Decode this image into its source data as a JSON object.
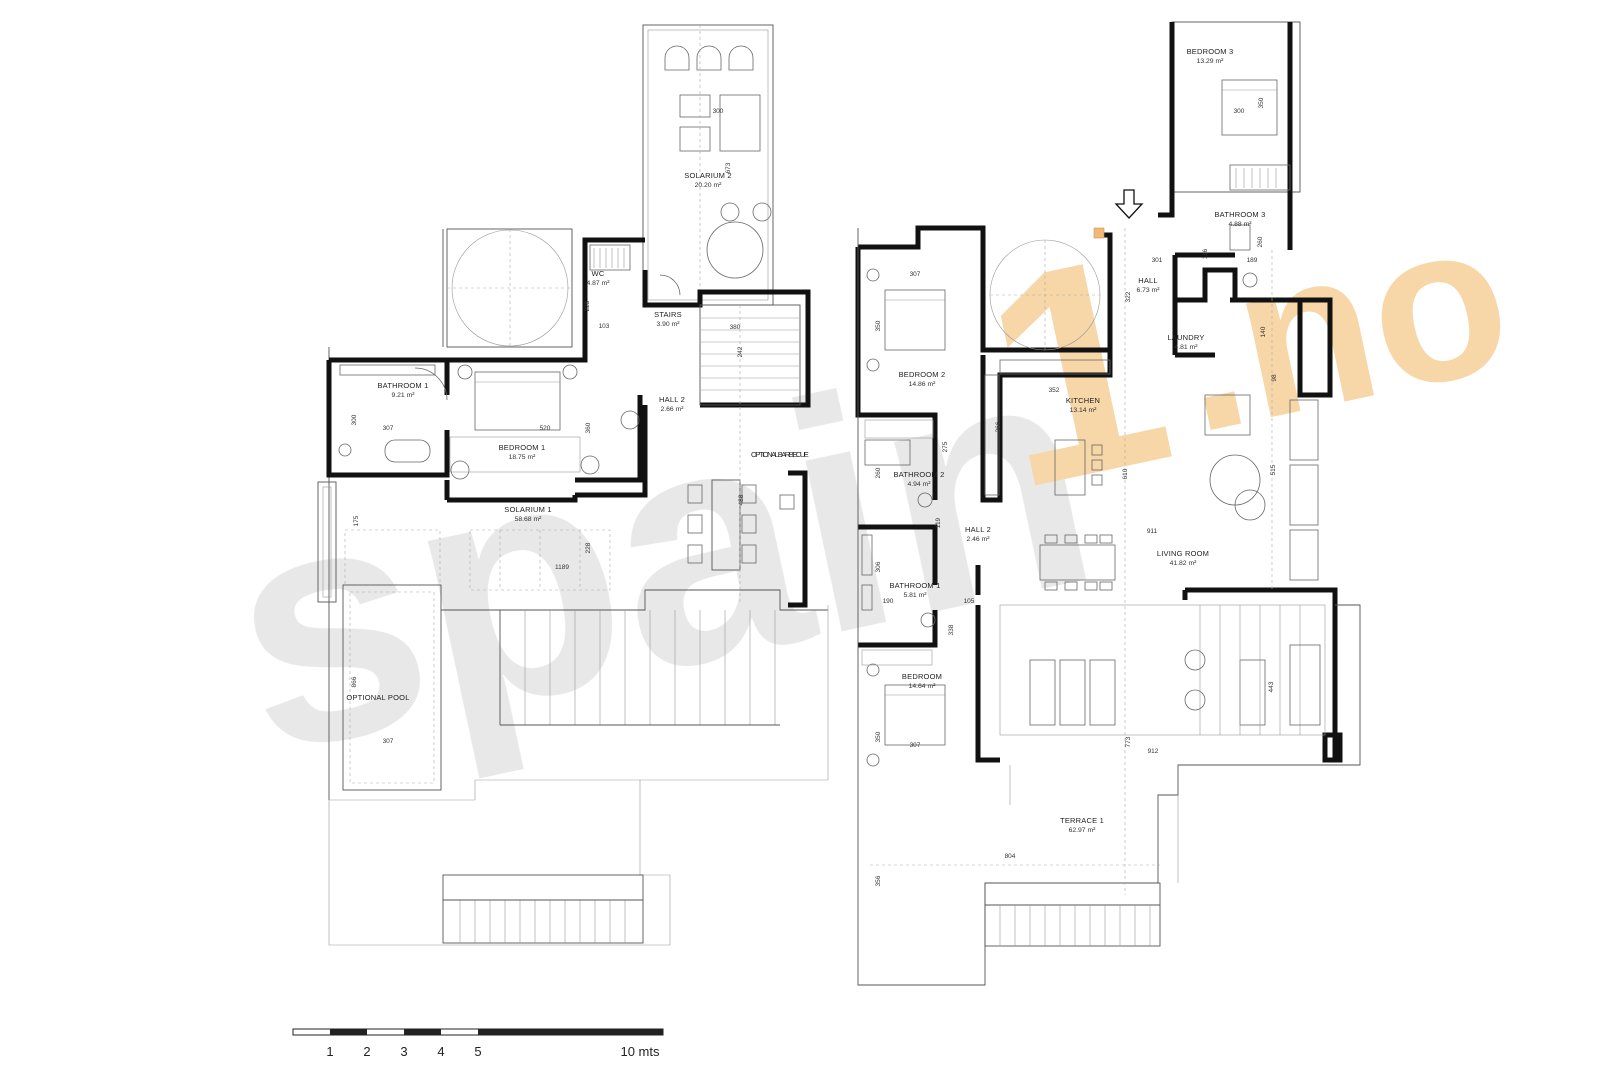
{
  "watermark": {
    "brand": "spain",
    "number": "1",
    "suffix": ".no",
    "gray": "#e6e6e6",
    "accent": "#f7c98a"
  },
  "colors": {
    "wall": "#111111",
    "line": "#555555",
    "background": "#ffffff"
  },
  "floors": [
    {
      "rooms": [
        {
          "name": "SOLARIUM 2",
          "area": "20.20 m²"
        },
        {
          "name": "WC",
          "area": "4.87 m²"
        },
        {
          "name": "STAIRS",
          "area": "3.90 m²"
        },
        {
          "name": "HALL 2",
          "area": "2.66 m²"
        },
        {
          "name": "BATHROOM 1",
          "area": "9.21 m²"
        },
        {
          "name": "BEDROOM 1",
          "area": "18.75 m²"
        },
        {
          "name": "SOLARIUM 1",
          "area": "58.68 m²"
        },
        {
          "name": "OPTIONAL POOL",
          "area": ""
        },
        {
          "name": "OPTIONAL BARBECUE",
          "area": ""
        }
      ],
      "dimensions": [
        "300",
        "673",
        "225",
        "103",
        "380",
        "242",
        "300",
        "307",
        "520",
        "360",
        "488",
        "175",
        "1189",
        "228",
        "866",
        "307"
      ]
    },
    {
      "rooms": [
        {
          "name": "BEDROOM 3",
          "area": "13.29 m²"
        },
        {
          "name": "BATHROOM 3",
          "area": "4.88 m²"
        },
        {
          "name": "HALL",
          "area": "6.73 m²"
        },
        {
          "name": "LAUNDRY",
          "area": "4.81 m²"
        },
        {
          "name": "BEDROOM 2",
          "area": "14.86 m²"
        },
        {
          "name": "KITCHEN",
          "area": "13.14 m²"
        },
        {
          "name": "BATHROOM 2",
          "area": "4.94 m²"
        },
        {
          "name": "HALL 2",
          "area": "2.46 m²"
        },
        {
          "name": "LIVING ROOM",
          "area": "41.82 m²"
        },
        {
          "name": "BATHROOM 1",
          "area": "5.81 m²"
        },
        {
          "name": "BEDROOM",
          "area": "14.64 m²"
        },
        {
          "name": "TERRACE 1",
          "area": "62.97 m²"
        }
      ],
      "dimensions": [
        "300",
        "350",
        "260",
        "189",
        "116",
        "301",
        "322",
        "307",
        "350",
        "140",
        "352",
        "98",
        "366",
        "275",
        "260",
        "610",
        "515",
        "119",
        "911",
        "306",
        "190",
        "105",
        "338",
        "443",
        "350",
        "307",
        "773",
        "912",
        "804",
        "356"
      ]
    }
  ],
  "scale": {
    "labels": [
      "1",
      "2",
      "3",
      "4",
      "5"
    ],
    "end_label": "10 mts"
  }
}
